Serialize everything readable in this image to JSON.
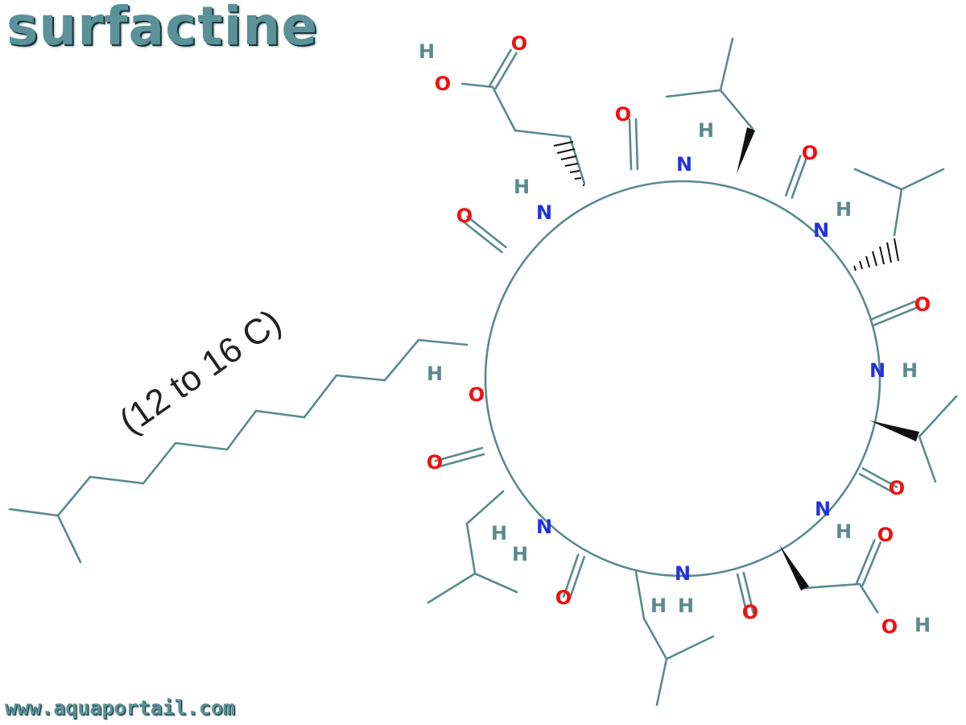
{
  "title": "surfactine",
  "footer_url": "www.aquaportail.com",
  "chain_label": "(12 to 16 C)",
  "atoms": {
    "oxygen": "O",
    "nitrogen": "N",
    "hydrogen": "H"
  },
  "colors": {
    "title": "#5b9198",
    "bond": "#5a8a8c",
    "oxygen": "#ee1111",
    "nitrogen": "#2233dd",
    "hydrogen": "#5a8a8c"
  }
}
